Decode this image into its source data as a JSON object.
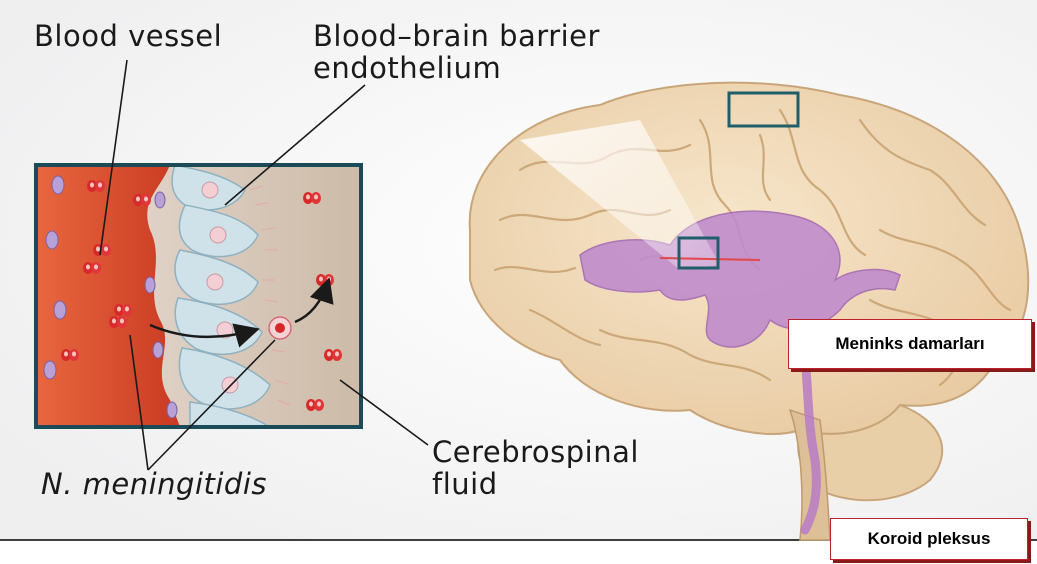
{
  "labels": {
    "blood_vessel": "Blood vessel",
    "bbb_line1": "Blood–brain barrier",
    "bbb_line2": "endothelium",
    "csf_line1": "Cerebrospinal",
    "csf_line2": "fluid",
    "bacterium": "N. meningitidis"
  },
  "callouts": {
    "meninks": "Meninks damarları",
    "koroid": "Koroid pleksus"
  },
  "colors": {
    "frame_border": "#1b4b57",
    "callout_border": "#c0202a",
    "vessel_red": "#d9492a",
    "brain_tan": "#f0d7b0",
    "ventricle_purple": "#b77bc4"
  }
}
